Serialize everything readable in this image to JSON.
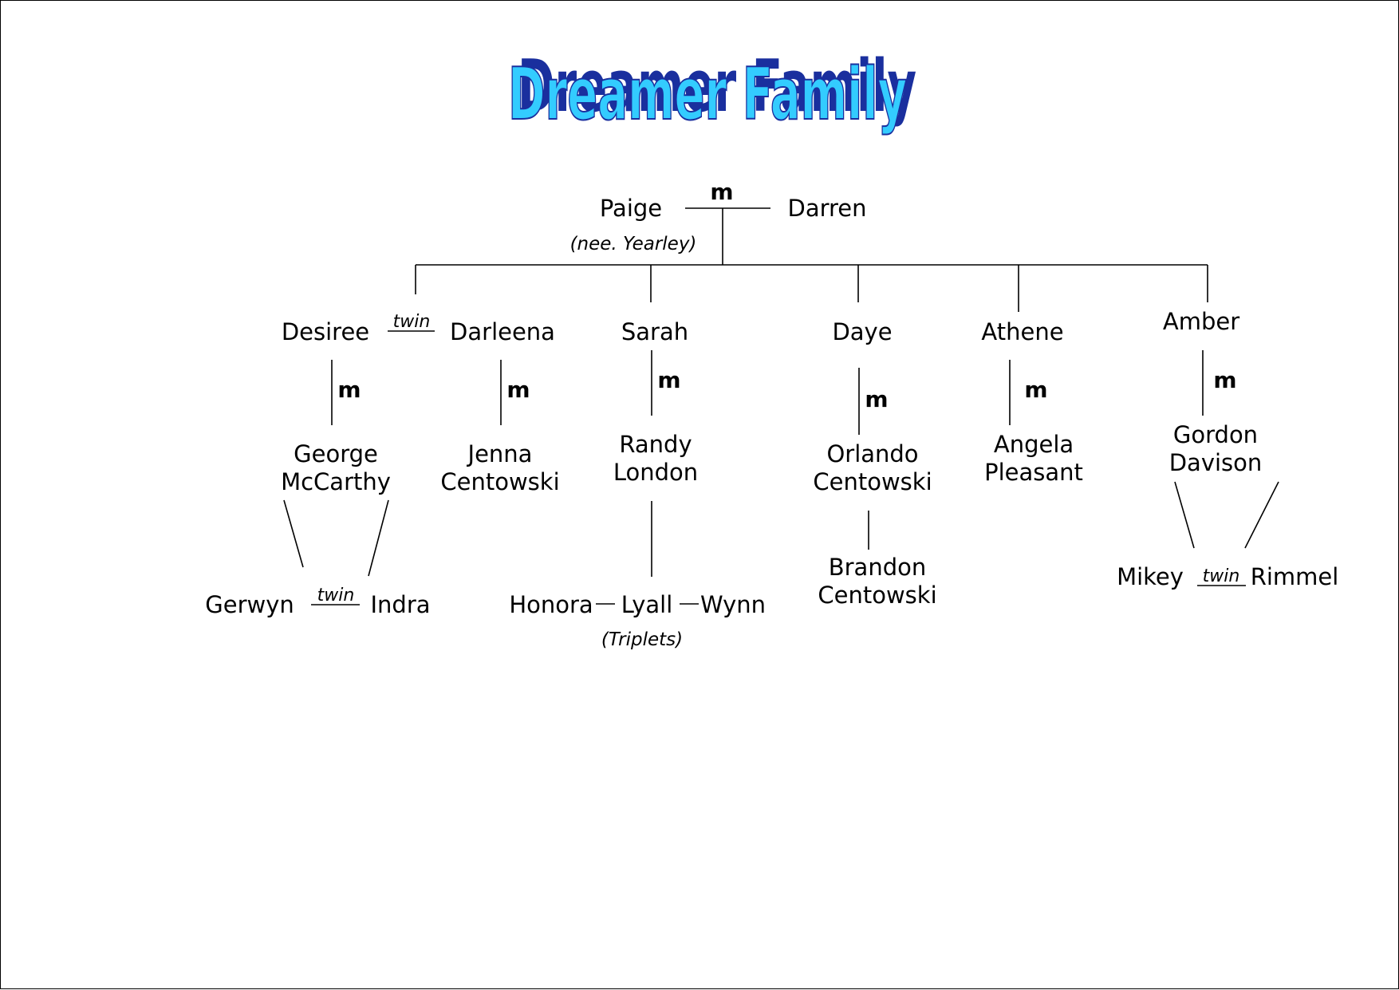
{
  "title": "Dreamer Family",
  "colors": {
    "title_fill": "#33ccff",
    "title_stroke": "#1a2f9e",
    "line": "#000000"
  },
  "marks": {
    "married": "m",
    "twin": "twin"
  },
  "root": {
    "left": "Paige",
    "note": "(nee. Yearley)",
    "right": "Darren"
  },
  "children": {
    "desiree": "Desiree",
    "darleena": "Darleena",
    "sarah": "Sarah",
    "daye": "Daye",
    "athene": "Athene",
    "amber": "Amber"
  },
  "spouses": {
    "desiree": [
      "George",
      "McCarthy"
    ],
    "darleena": [
      "Jenna",
      "Centowski"
    ],
    "sarah": [
      "Randy",
      "London"
    ],
    "daye": [
      "Orlando",
      "Centowski"
    ],
    "athene": [
      "Angela",
      "Pleasant"
    ],
    "amber": [
      "Gordon",
      "Davison"
    ]
  },
  "grandchildren": {
    "gerwyn": "Gerwyn",
    "indra": "Indra",
    "honora": "Honora",
    "lyall": "Lyall",
    "wynn": "Wynn",
    "triplets_note": "(Triplets)",
    "brandon": [
      "Brandon",
      "Centowski"
    ],
    "mikey": "Mikey",
    "rimmel": "Rimmel"
  }
}
